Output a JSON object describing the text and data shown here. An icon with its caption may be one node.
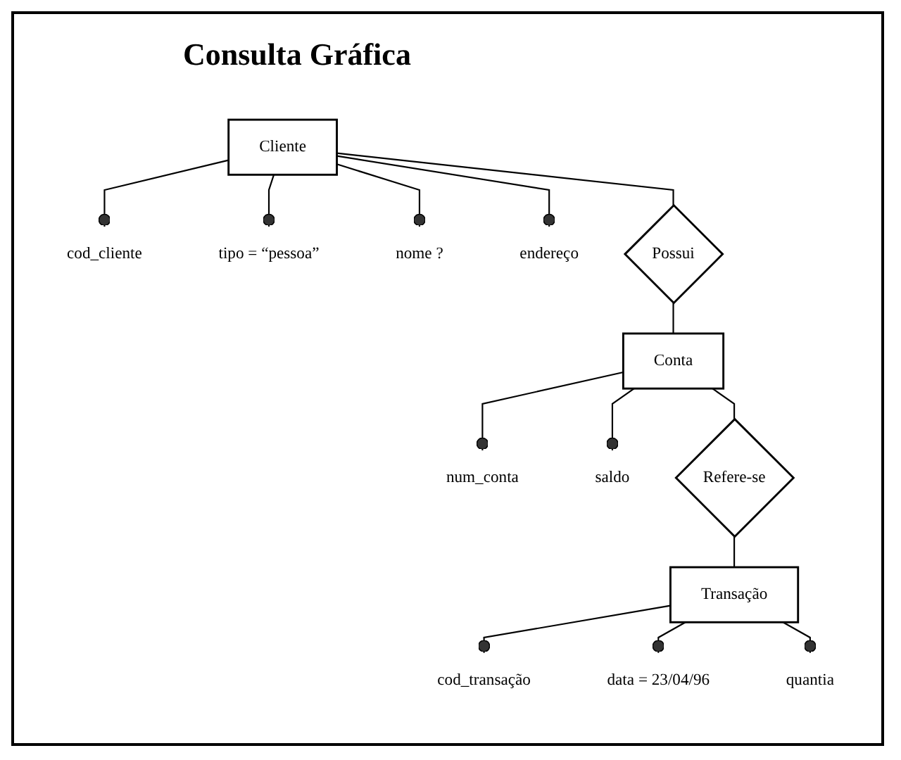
{
  "diagram": {
    "title": "Consulta Gráfica",
    "nodes": [
      {
        "text": [
          "Cliente"
        ]
      },
      {
        "text": [
          "cod_cliente"
        ]
      },
      {
        "text": [
          "tipo = “pessoa”"
        ]
      },
      {
        "text": [
          "nome ?"
        ]
      },
      {
        "text": [
          "endereço"
        ]
      },
      {
        "text": [
          "Possui"
        ]
      },
      {
        "text": [
          "Conta"
        ]
      },
      {
        "text": [
          "num_conta"
        ]
      },
      {
        "text": [
          "saldo"
        ]
      },
      {
        "text": [
          "Refere-se"
        ]
      },
      {
        "text": [
          "Transação"
        ]
      },
      {
        "text": [
          "cod_transação"
        ]
      },
      {
        "text": [
          "data = 23/04/96"
        ]
      },
      {
        "text": [
          "quantia"
        ]
      }
    ],
    "edges": [
      {
        "from": 0,
        "to": 1,
        "arrow": "other"
      },
      {
        "from": 0,
        "to": 2,
        "arrow": "other"
      },
      {
        "from": 0,
        "to": 3,
        "arrow": "other"
      },
      {
        "from": 0,
        "to": 4,
        "arrow": "other"
      },
      {
        "from": 0,
        "to": 5,
        "arrow": "none"
      },
      {
        "from": 5,
        "to": 6,
        "arrow": "none"
      },
      {
        "from": 6,
        "to": 7,
        "arrow": "other"
      },
      {
        "from": 6,
        "to": 8,
        "arrow": "other"
      },
      {
        "from": 6,
        "to": 9,
        "arrow": "none"
      },
      {
        "from": 9,
        "to": 10,
        "arrow": "none"
      },
      {
        "from": 10,
        "to": 11,
        "arrow": "other"
      },
      {
        "from": 10,
        "to": 12,
        "arrow": "other"
      },
      {
        "from": 10,
        "to": 13,
        "arrow": "other"
      }
    ]
  }
}
